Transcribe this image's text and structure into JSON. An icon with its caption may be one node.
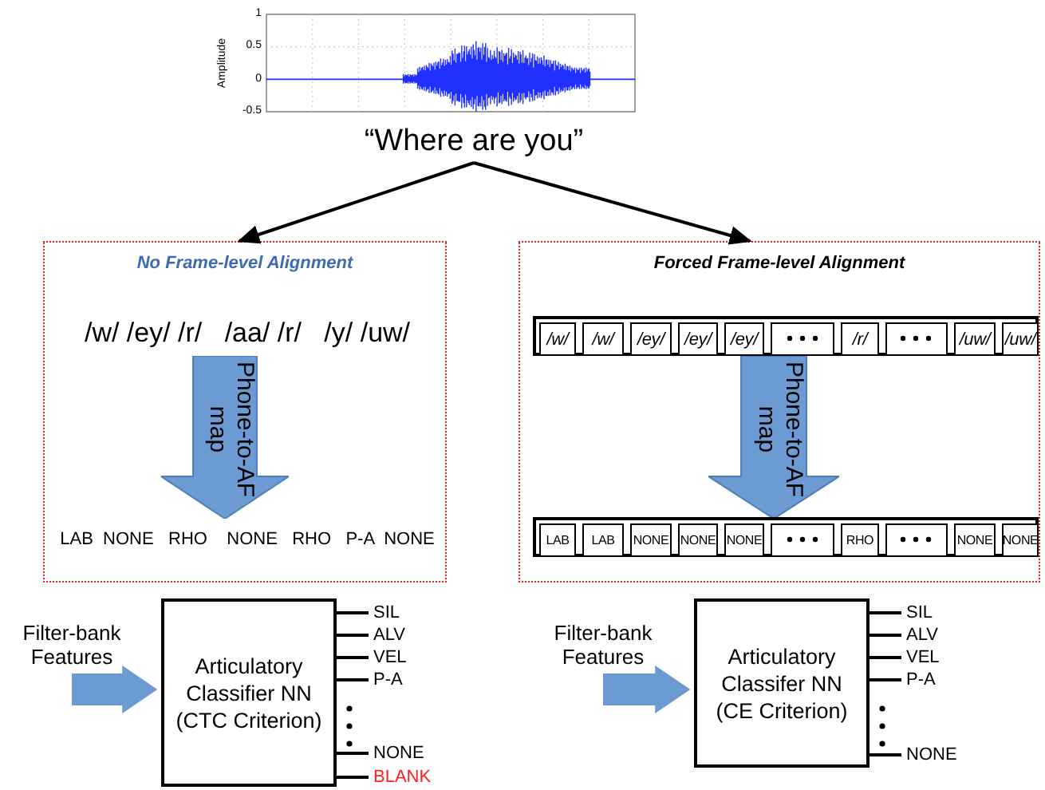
{
  "diagram": {
    "nodes": [
      {
        "text": [
          "“Where are you”"
        ]
      },
      {
        "text": [
          "No Frame-level Alignment"
        ]
      },
      {
        "text": [
          "Forced Frame-level Alignment"
        ]
      },
      {
        "text": [
          "/w/ /ey/ /r/   /aa/ /r/   /y/ /uw/"
        ],
        "in": 1
      },
      {
        "text": [
          "Phone-to-AF map"
        ],
        "in": 1
      },
      {
        "text": [
          "LAB  NONE   RHO    NONE   RHO   P-A  NONE"
        ],
        "in": 1
      },
      {
        "text": [],
        "shape": "box",
        "in": 2
      },
      {
        "text": [
          "/w/"
        ],
        "in": 6
      },
      {
        "text": [
          "/w/"
        ],
        "in": 6
      },
      {
        "text": [
          "/ey/"
        ],
        "in": 6
      },
      {
        "text": [
          "/ey/"
        ],
        "in": 6
      },
      {
        "text": [
          "/ey/"
        ],
        "in": 6
      },
      {
        "text": [],
        "shape": "box",
        "in": 6
      },
      {
        "text": [
          "/r/"
        ],
        "in": 6
      },
      {
        "text": [],
        "shape": "box",
        "in": 6
      },
      {
        "text": [
          "/uw/"
        ],
        "in": 6
      },
      {
        "text": [
          "/uw/"
        ],
        "in": 6
      },
      {
        "text": [
          "Phone-to-AF map"
        ],
        "in": 2
      },
      {
        "text": [],
        "shape": "box",
        "in": 2
      },
      {
        "text": [
          "LAB"
        ],
        "in": 18
      },
      {
        "text": [
          "LAB"
        ],
        "in": 18
      },
      {
        "text": [
          "NONE"
        ],
        "in": 18
      },
      {
        "text": [
          "NONE"
        ],
        "in": 18
      },
      {
        "text": [
          "NONE"
        ],
        "in": 18
      },
      {
        "text": [],
        "shape": "box",
        "in": 18
      },
      {
        "text": [
          "RHO"
        ],
        "in": 18
      },
      {
        "text": [],
        "shape": "box",
        "in": 18
      },
      {
        "text": [
          "NONE"
        ],
        "in": 18
      },
      {
        "text": [
          "NONE"
        ],
        "in": 18
      },
      {
        "text": [
          "Filter-bank Features"
        ]
      },
      {
        "text": [
          "Articulatory Classifier NN (CTC Criterion)"
        ]
      },
      {
        "text": [
          "SIL"
        ]
      },
      {
        "text": [
          "ALV"
        ]
      },
      {
        "text": [
          "VEL"
        ]
      },
      {
        "text": [
          "P-A"
        ]
      },
      {
        "text": [
          "NONE"
        ]
      },
      {
        "text": [
          "BLANK"
        ]
      },
      {
        "text": [
          "Filter-bank Features"
        ]
      },
      {
        "text": [
          "Articulatory Classifer NN (CE Criterion)"
        ]
      },
      {
        "text": [
          "SIL"
        ]
      },
      {
        "text": [
          "ALV"
        ]
      },
      {
        "text": [
          "VEL"
        ]
      },
      {
        "text": [
          "P-A"
        ]
      },
      {
        "text": [
          "NONE"
        ]
      }
    ],
    "edges": [
      {
        "from": 0,
        "to": 1,
        "arrow": "to"
      },
      {
        "from": 0,
        "to": 2,
        "arrow": "to"
      },
      {
        "from": 29,
        "to": 30,
        "arrow": "to",
        "style": "thick",
        "color": "#6b9bd2"
      },
      {
        "from": 30,
        "to": 31,
        "arrow": "none"
      },
      {
        "from": 30,
        "to": 32,
        "arrow": "none"
      },
      {
        "from": 30,
        "to": 33,
        "arrow": "none"
      },
      {
        "from": 30,
        "to": 34,
        "arrow": "none"
      },
      {
        "from": 30,
        "to": 35,
        "arrow": "none"
      },
      {
        "from": 30,
        "to": 36,
        "arrow": "none"
      },
      {
        "from": 37,
        "to": 38,
        "arrow": "to",
        "style": "thick",
        "color": "#6b9bd2"
      },
      {
        "from": 38,
        "to": 39,
        "arrow": "none"
      },
      {
        "from": 38,
        "to": 40,
        "arrow": "none"
      },
      {
        "from": 38,
        "to": 41,
        "arrow": "none"
      },
      {
        "from": 38,
        "to": 42,
        "arrow": "none"
      },
      {
        "from": 38,
        "to": 43,
        "arrow": "none"
      }
    ],
    "labels": [
      "1",
      "0.5",
      "0",
      "-0.5",
      "Amplitude"
    ]
  }
}
